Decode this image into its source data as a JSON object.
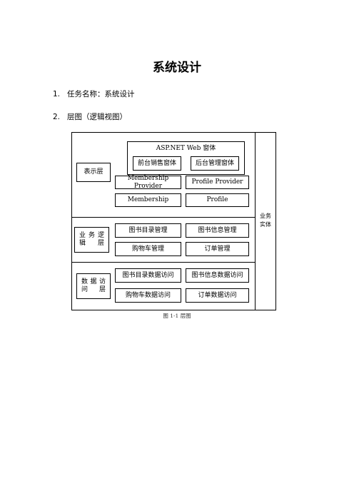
{
  "document": {
    "title": "系统设计",
    "items": [
      {
        "num": "1.",
        "text": "任务名称：系统设计"
      },
      {
        "num": "2.",
        "text": "层图（逻辑视图）"
      }
    ]
  },
  "diagram": {
    "presentation": {
      "label": "表示层",
      "web_forms_title": "ASP.NET Web 窗体",
      "frontend_form": "前台销售窗体",
      "backend_form": "后台管理窗体",
      "membership_provider": "Membership Provider",
      "profile_provider": "Profile Provider",
      "membership": "Membership",
      "profile": "Profile"
    },
    "business": {
      "label": "业 务 逻辑层",
      "catalog_mgmt": "图书目录管理",
      "info_mgmt": "图书信息管理",
      "cart_mgmt": "购物车管理",
      "order_mgmt": "订单管理"
    },
    "data_access": {
      "label": "数 据 访问层",
      "catalog_data": "图书目录数据访问",
      "info_data": "图书信息数据访问",
      "cart_data": "购物车数据访问",
      "order_data": "订单数据访问"
    },
    "entity": {
      "label": "业务实体"
    },
    "caption": "图 1-1  层图"
  }
}
